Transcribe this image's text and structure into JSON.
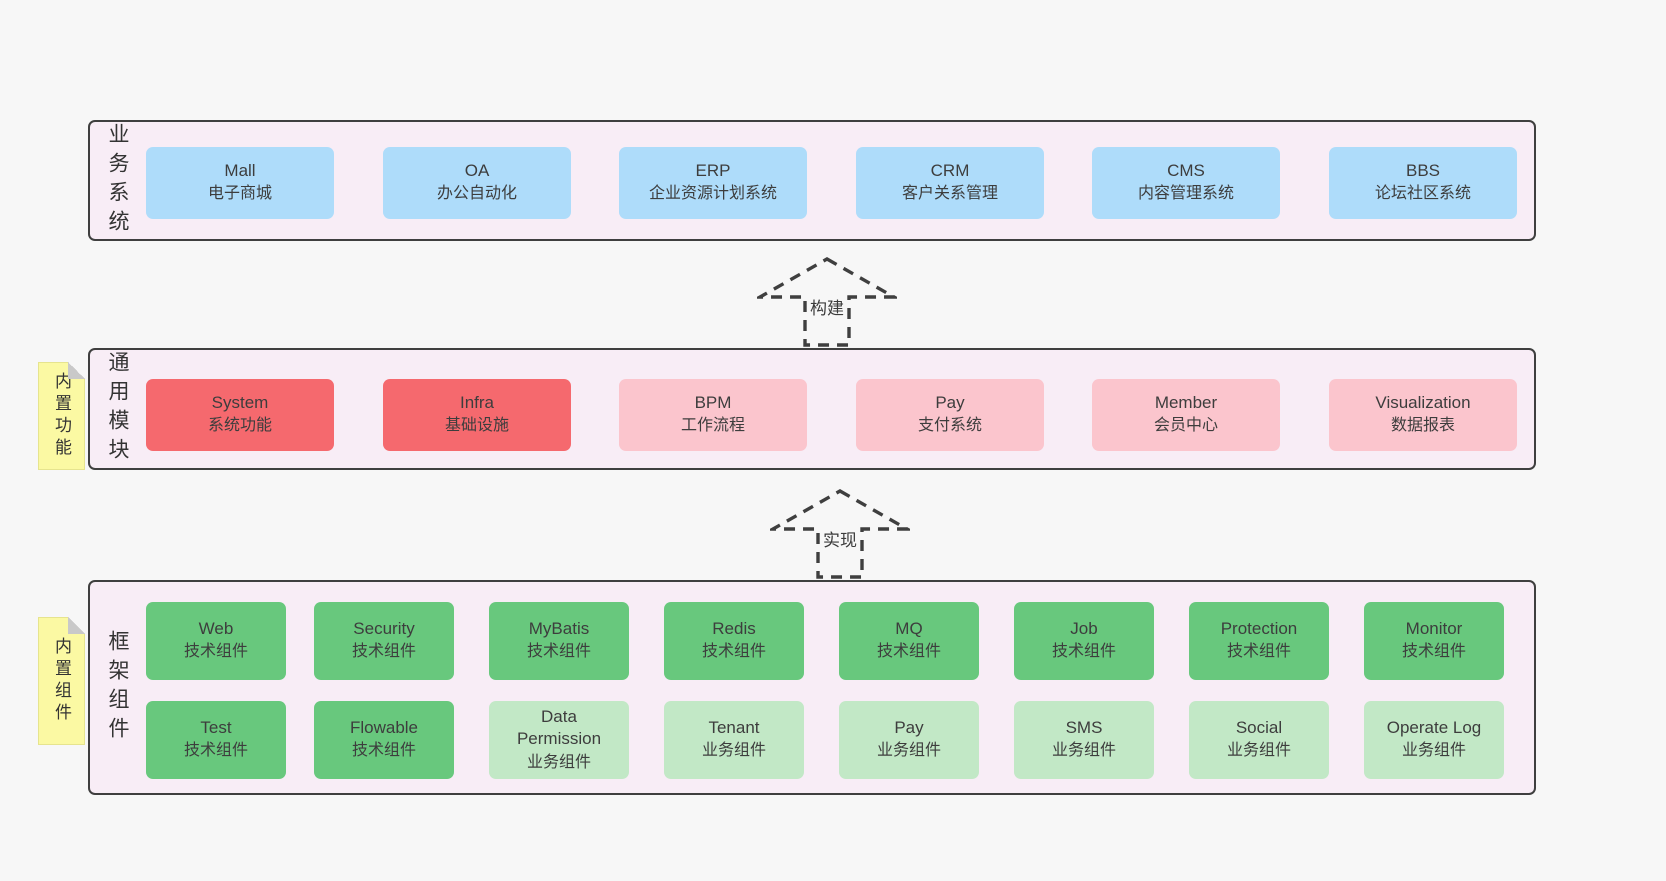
{
  "colors": {
    "page_bg": "#f7f7f7",
    "band_bg": "#f8edf6",
    "band_border": "#3f3f3f",
    "blue_box": "#aedcfa",
    "red_box": "#f5696e",
    "pink_box": "#fbc5cd",
    "green_box": "#68c87d",
    "light_green_box": "#c2e8c6",
    "note_yellow": "#fbf9a3",
    "text": "#3d3d3d"
  },
  "bands": [
    {
      "label": "业务系统",
      "boxes": [
        {
          "title": "Mall",
          "subtitle": "电子商城"
        },
        {
          "title": "OA",
          "subtitle": "办公自动化"
        },
        {
          "title": "ERP",
          "subtitle": "企业资源计划系统"
        },
        {
          "title": "CRM",
          "subtitle": "客户关系管理"
        },
        {
          "title": "CMS",
          "subtitle": "内容管理系统"
        },
        {
          "title": "BBS",
          "subtitle": "论坛社区系统"
        }
      ]
    },
    {
      "label": "通用模块",
      "note": "内置功能",
      "boxes": [
        {
          "title": "System",
          "subtitle": "系统功能"
        },
        {
          "title": "Infra",
          "subtitle": "基础设施"
        },
        {
          "title": "BPM",
          "subtitle": "工作流程"
        },
        {
          "title": "Pay",
          "subtitle": "支付系统"
        },
        {
          "title": "Member",
          "subtitle": "会员中心"
        },
        {
          "title": "Visualization",
          "subtitle": "数据报表"
        }
      ]
    },
    {
      "label": "框架组件",
      "note": "内置组件",
      "row1": [
        {
          "title": "Web",
          "subtitle": "技术组件"
        },
        {
          "title": "Security",
          "subtitle": "技术组件"
        },
        {
          "title": "MyBatis",
          "subtitle": "技术组件"
        },
        {
          "title": "Redis",
          "subtitle": "技术组件"
        },
        {
          "title": "MQ",
          "subtitle": "技术组件"
        },
        {
          "title": "Job",
          "subtitle": "技术组件"
        },
        {
          "title": "Protection",
          "subtitle": "技术组件"
        },
        {
          "title": "Monitor",
          "subtitle": "技术组件"
        }
      ],
      "row2": [
        {
          "title": "Test",
          "subtitle": "技术组件"
        },
        {
          "title": "Flowable",
          "subtitle": "技术组件"
        },
        {
          "title": "Data Permission",
          "subtitle": "业务组件"
        },
        {
          "title": "Tenant",
          "subtitle": "业务组件"
        },
        {
          "title": "Pay",
          "subtitle": "业务组件"
        },
        {
          "title": "SMS",
          "subtitle": "业务组件"
        },
        {
          "title": "Social",
          "subtitle": "业务组件"
        },
        {
          "title": "Operate Log",
          "subtitle": "业务组件"
        }
      ]
    }
  ],
  "arrows": [
    {
      "label": "构建"
    },
    {
      "label": "实现"
    }
  ]
}
